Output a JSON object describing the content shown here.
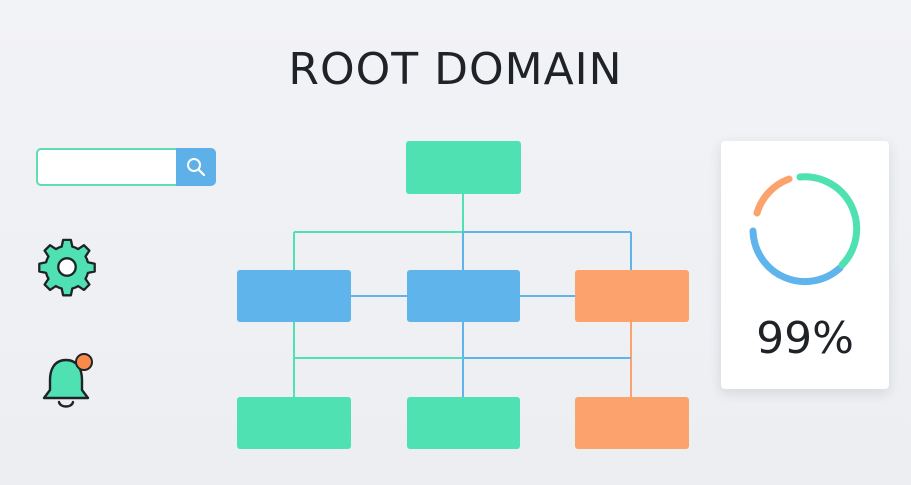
{
  "page": {
    "title": "ROOT DOMAIN"
  },
  "search": {
    "value": "",
    "placeholder": ""
  },
  "icons": {
    "search": "search-icon",
    "settings": "gear-icon",
    "notifications": "bell-icon",
    "notification_badge": "notification-dot"
  },
  "diagram": {
    "rows": [
      {
        "nodes": [
          {
            "color": "green"
          }
        ]
      },
      {
        "nodes": [
          {
            "color": "blue"
          },
          {
            "color": "blue"
          },
          {
            "color": "orange"
          }
        ]
      },
      {
        "nodes": [
          {
            "color": "green"
          },
          {
            "color": "green"
          },
          {
            "color": "orange"
          }
        ]
      }
    ]
  },
  "progress": {
    "label": "99%",
    "value": 0.99
  },
  "colors": {
    "green": "#4fe1b2",
    "blue": "#5fb4ec",
    "orange": "#fca26d",
    "text": "#1f2328"
  }
}
